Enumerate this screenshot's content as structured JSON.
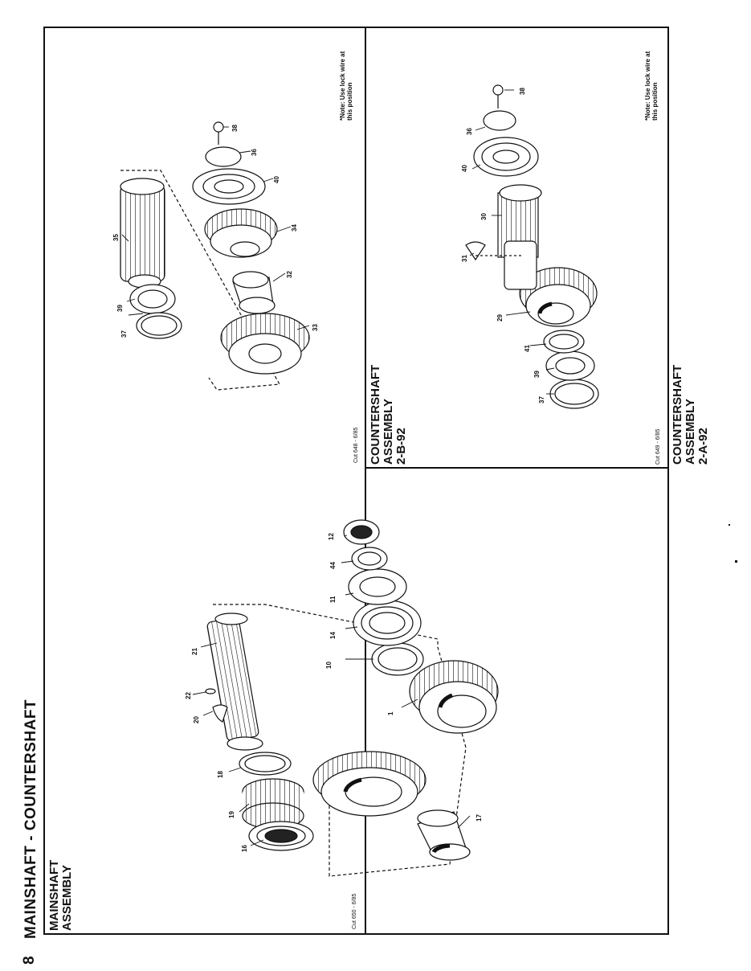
{
  "page": {
    "number": "8",
    "title": "MAINSHAFT - COUNTERSHAFT"
  },
  "panels": [
    {
      "id": "mainshaft",
      "title_lines": [
        "MAINSHAFT",
        "ASSEMBLY"
      ],
      "code": "Cut 650 - 6/85",
      "part_numbers": [
        "16",
        "19",
        "18",
        "20",
        "22",
        "21",
        "17",
        "1",
        "10",
        "14",
        "11",
        "44",
        "12"
      ]
    },
    {
      "id": "countershaft-2b92",
      "title_lines": [
        "COUNTERSHAFT",
        "ASSEMBLY",
        "2-B-92"
      ],
      "code": "Cut 648 - 6/85",
      "note_lines": [
        "*Note: Use lock wire at",
        "this position"
      ],
      "part_numbers": [
        "37",
        "39",
        "35",
        "33",
        "32",
        "34",
        "40",
        "36",
        "38"
      ]
    },
    {
      "id": "countershaft-2a92",
      "title_lines": [
        "COUNTERSHAFT",
        "ASSEMBLY",
        "2-A-92"
      ],
      "code": "Cut 649 - 6/85",
      "note_lines": [
        "*Note: Use lock wire at",
        "this position"
      ],
      "part_numbers": [
        "37",
        "39",
        "41",
        "29",
        "31",
        "30",
        "40",
        "36",
        "38"
      ]
    }
  ],
  "colors": {
    "ink": "#111111",
    "paper": "#ffffff"
  }
}
